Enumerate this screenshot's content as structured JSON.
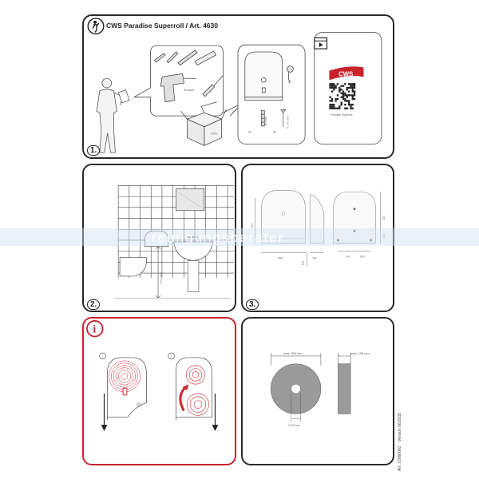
{
  "header": {
    "title": "CWS Paradise Superroll / Art. 4630"
  },
  "step1": {
    "number": "1.",
    "drill_bit": "Ø 6mm",
    "screw_count": "4x",
    "anchor_count": "4x",
    "anchor_size": "Ø 6mm",
    "screw_size": "5 x 30 mm",
    "box_brand": "CWS",
    "qr_brand": "CWS",
    "qr_caption": "Paradise Superroll"
  },
  "step2": {
    "number": "2.",
    "height_label": "1700 mm"
  },
  "step3": {
    "number": "3.",
    "dims": [
      "400",
      "266",
      "152",
      "150",
      "220",
      "100",
      "141",
      "140"
    ]
  },
  "info": {
    "symbol": "i",
    "sub1": "1",
    "sub2": "2"
  },
  "roll": {
    "max_width": "max. 300 mm",
    "core": "47,65 mm",
    "max_depth": "max. 105 mm"
  },
  "meta": {
    "article": "Art. 72066001",
    "version": "Version 06/2015"
  },
  "watermark": "reinigungsberater",
  "colors": {
    "accent_red": "#c8232c",
    "stroke": "#2a2a2a"
  }
}
